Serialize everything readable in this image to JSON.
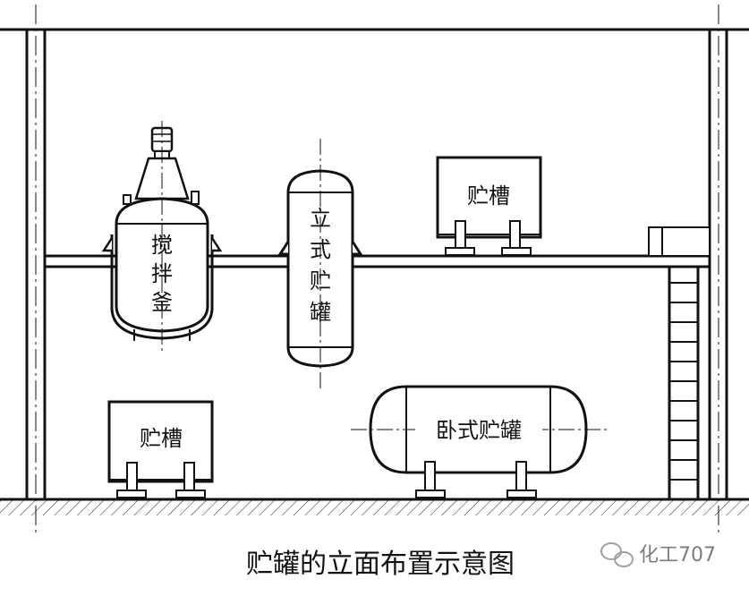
{
  "labels": {
    "agitator_tank": [
      "搅",
      "拌",
      "釜"
    ],
    "vertical_tank": [
      "立",
      "式",
      "贮",
      "罐"
    ],
    "storage_tank_upper": "贮槽",
    "storage_tank_lower": "贮槽",
    "horizontal_tank": "卧式贮罐"
  },
  "caption": "贮罐的立面布置示意图",
  "watermark": {
    "text": "化工707",
    "icon": "wechat-icon"
  }
}
